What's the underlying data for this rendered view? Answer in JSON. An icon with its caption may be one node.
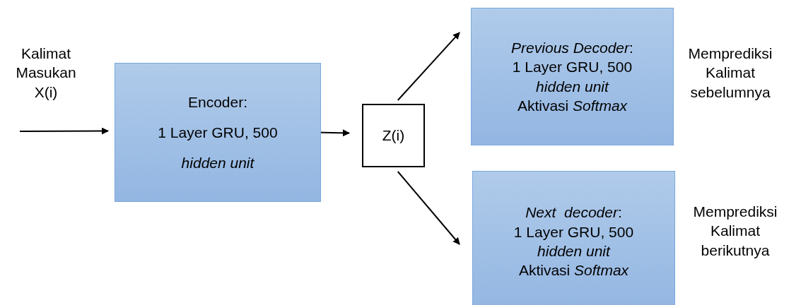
{
  "diagram": {
    "nodes": [
      {
        "text": [
          "Encoder:",
          "1 Layer GRU, 500",
          "*hidden unit*"
        ]
      },
      {
        "text": [
          "Z(i)"
        ]
      },
      {
        "text": [
          "*Previous Decoder*:",
          "1 Layer GRU, 500",
          "*hidden unit*",
          "Aktivasi *Softmax*"
        ],
        "beside": [
          "Memprediksi Kalimat sebelumnya"
        ]
      },
      {
        "text": [
          "*Next  decoder*:",
          "1 Layer GRU, 500",
          "*hidden unit*",
          "Aktivasi *Softmax*"
        ],
        "beside": [
          "Memprediksi Kalimat berikutnya"
        ]
      }
    ],
    "edges": [
      {
        "from": null,
        "to": 0,
        "arrow": "to"
      },
      {
        "from": 0,
        "to": 1,
        "arrow": "to"
      },
      {
        "from": 1,
        "to": 2,
        "arrow": "to"
      },
      {
        "from": 1,
        "to": 3,
        "arrow": "to"
      }
    ],
    "labels": [
      "Kalimat Masukan X(i)"
    ]
  }
}
